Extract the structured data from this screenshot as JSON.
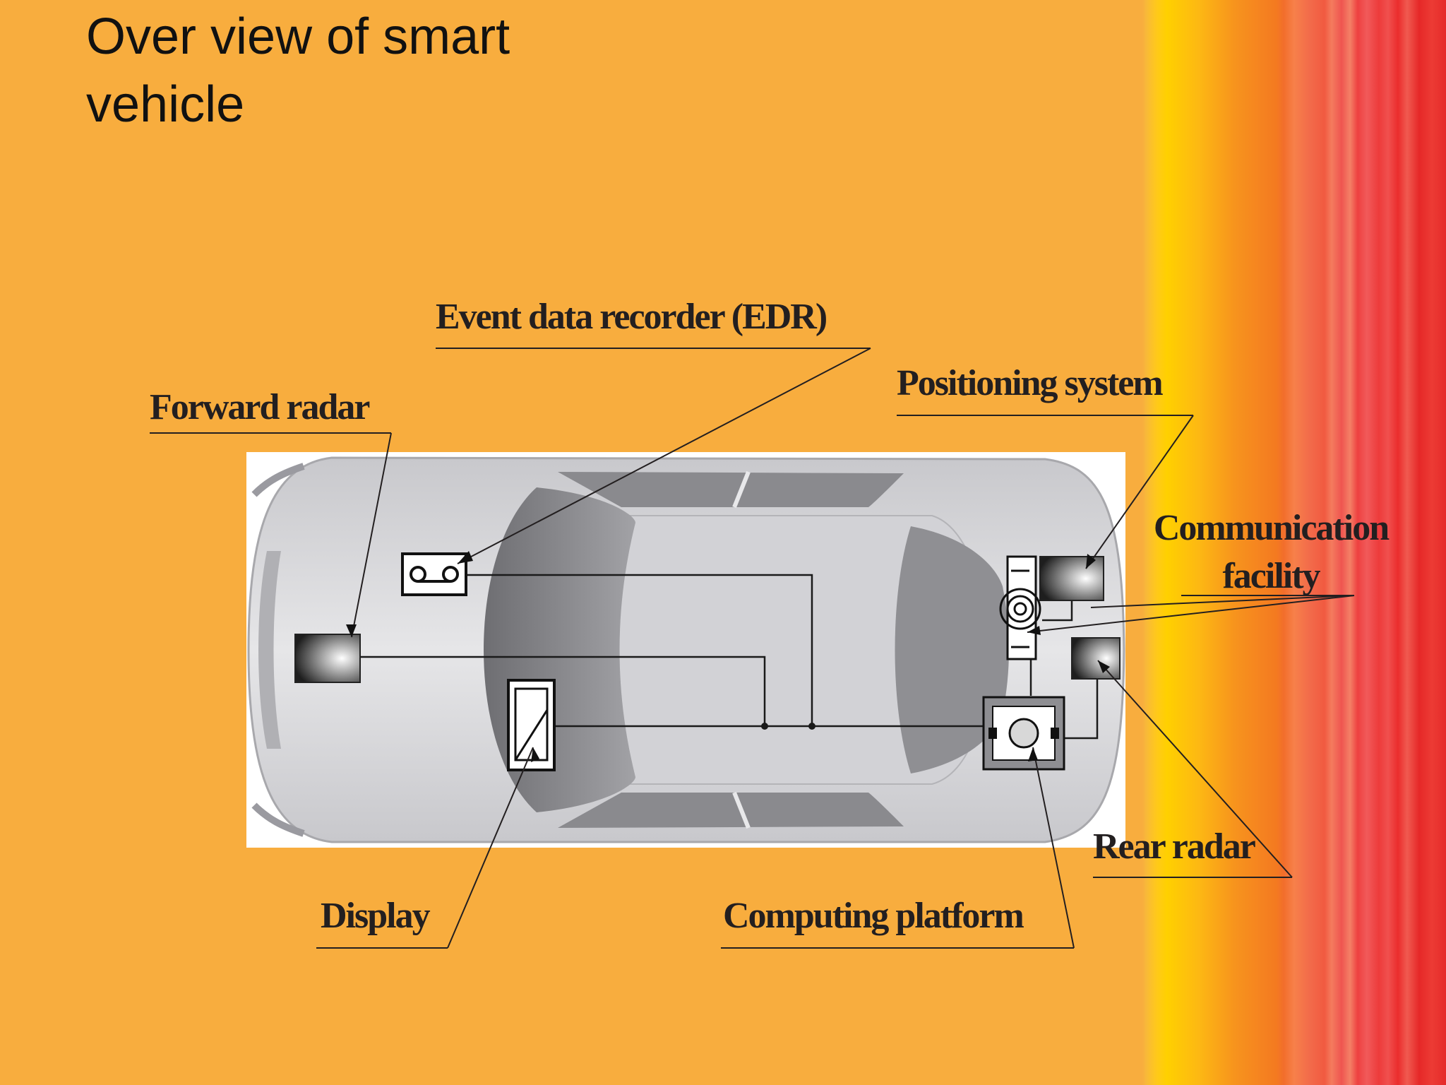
{
  "title": {
    "line1": "Over view of smart",
    "line2": "vehicle"
  },
  "labels": {
    "edr": "Event data recorder (EDR)",
    "positioning": "Positioning system",
    "forward_radar": "Forward radar",
    "communication_line1": "Communication",
    "communication_line2": "facility",
    "rear_radar": "Rear radar",
    "display": "Display",
    "computing": "Computing platform"
  },
  "colors": {
    "background": "#F8AD3E",
    "label_text": "#231F20",
    "car_body": "#D9D9DB",
    "glass": "#8E8E92"
  }
}
